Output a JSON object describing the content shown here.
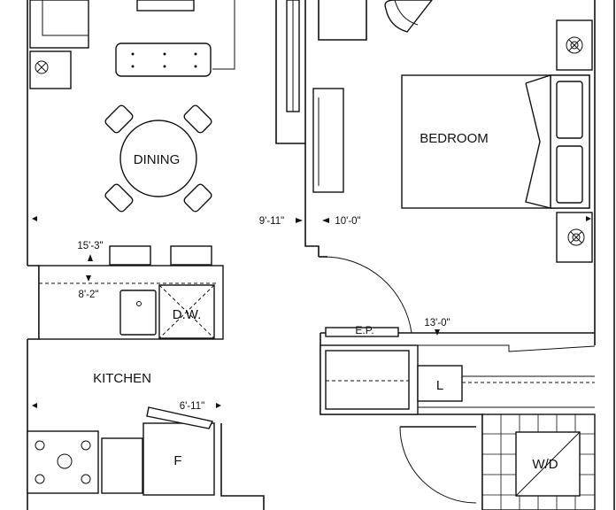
{
  "rooms": {
    "dining": "DINING",
    "bedroom": "BEDROOM",
    "kitchen": "KITCHEN"
  },
  "fixtures": {
    "dishwasher": "D.W.",
    "fridge": "F",
    "laundry": "L",
    "washer_dryer": "W/D",
    "electrical_panel": "E.P."
  },
  "dimensions": {
    "living_width": "15'-3\"",
    "kitchen_counter": "8'-2\"",
    "living_depth": "9'-11\"",
    "bedroom_width": "10'-0\"",
    "bedroom_depth": "13'-0\"",
    "kitchen_width": "6'-11\""
  }
}
